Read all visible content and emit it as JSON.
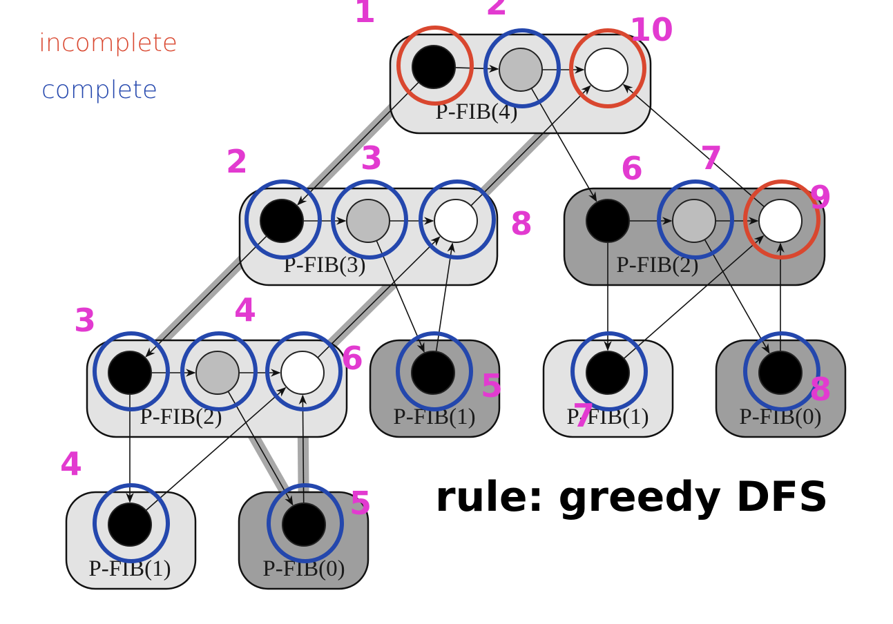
{
  "legend": {
    "incomplete": {
      "label": "incomplete",
      "color": "#d9472f"
    },
    "complete": {
      "label": "complete",
      "color": "#2447ad"
    }
  },
  "annotation_color": "#e23ad0",
  "rule_text": "rule: greedy DFS",
  "colors": {
    "box_light": "#e3e3e3",
    "box_dark": "#9e9e9e",
    "node_black": "#000000",
    "node_gray": "#bdbdbd",
    "node_white": "#ffffff",
    "critical_path": "#a8a8a8",
    "edge": "#111111"
  },
  "procedures": [
    {
      "id": "f4",
      "label": "P-FIB(4)",
      "shade": "light",
      "nodes": [
        "black",
        "gray",
        "white"
      ]
    },
    {
      "id": "f3",
      "label": "P-FIB(3)",
      "shade": "light",
      "nodes": [
        "black",
        "gray",
        "white"
      ]
    },
    {
      "id": "f2r",
      "label": "P-FIB(2)",
      "shade": "dark",
      "nodes": [
        "black",
        "gray",
        "white"
      ]
    },
    {
      "id": "f2l",
      "label": "P-FIB(2)",
      "shade": "light",
      "nodes": [
        "black",
        "gray",
        "white"
      ]
    },
    {
      "id": "f1m",
      "label": "P-FIB(1)",
      "shade": "dark",
      "nodes": [
        "black"
      ]
    },
    {
      "id": "f1r",
      "label": "P-FIB(1)",
      "shade": "light",
      "nodes": [
        "black"
      ]
    },
    {
      "id": "f0r",
      "label": "P-FIB(0)",
      "shade": "dark",
      "nodes": [
        "black"
      ]
    },
    {
      "id": "f1l",
      "label": "P-FIB(1)",
      "shade": "light",
      "nodes": [
        "black"
      ]
    },
    {
      "id": "f0l",
      "label": "P-FIB(0)",
      "shade": "dark",
      "nodes": [
        "black"
      ]
    }
  ],
  "annotations": [
    {
      "proc": "f4",
      "node": 0,
      "status": "incomplete",
      "step": "1"
    },
    {
      "proc": "f4",
      "node": 1,
      "status": "complete",
      "step": "2"
    },
    {
      "proc": "f4",
      "node": 2,
      "status": "incomplete",
      "step": "10"
    },
    {
      "proc": "f3",
      "node": 0,
      "status": "complete",
      "step": "2"
    },
    {
      "proc": "f3",
      "node": 1,
      "status": "complete",
      "step": "3"
    },
    {
      "proc": "f3",
      "node": 2,
      "status": "complete",
      "step": "8"
    },
    {
      "proc": "f2r",
      "node": 0,
      "status": "none",
      "step": "6"
    },
    {
      "proc": "f2r",
      "node": 1,
      "status": "complete",
      "step": "7"
    },
    {
      "proc": "f2r",
      "node": 2,
      "status": "incomplete",
      "step": "9"
    },
    {
      "proc": "f2l",
      "node": 0,
      "status": "complete",
      "step": "3"
    },
    {
      "proc": "f2l",
      "node": 1,
      "status": "complete",
      "step": "4"
    },
    {
      "proc": "f2l",
      "node": 2,
      "status": "complete",
      "step": "6"
    },
    {
      "proc": "f1m",
      "node": 0,
      "status": "complete",
      "step": "5"
    },
    {
      "proc": "f1r",
      "node": 0,
      "status": "complete",
      "step": "7"
    },
    {
      "proc": "f0r",
      "node": 0,
      "status": "complete",
      "step": "8"
    },
    {
      "proc": "f1l",
      "node": 0,
      "status": "complete",
      "step": "4"
    },
    {
      "proc": "f0l",
      "node": 0,
      "status": "complete",
      "step": "5"
    }
  ],
  "edges": [
    {
      "from": "f4.0",
      "to": "f4.1",
      "kind": "continue"
    },
    {
      "from": "f4.1",
      "to": "f4.2",
      "kind": "continue"
    },
    {
      "from": "f4.0",
      "to": "f3.0",
      "kind": "spawn",
      "critical": true
    },
    {
      "from": "f3.2",
      "to": "f4.2",
      "kind": "return",
      "critical": true
    },
    {
      "from": "f4.1",
      "to": "f2r.0",
      "kind": "call"
    },
    {
      "from": "f2r.2",
      "to": "f4.2",
      "kind": "return"
    },
    {
      "from": "f3.0",
      "to": "f3.1",
      "kind": "continue"
    },
    {
      "from": "f3.1",
      "to": "f3.2",
      "kind": "continue"
    },
    {
      "from": "f3.0",
      "to": "f2l.0",
      "kind": "spawn",
      "critical": true
    },
    {
      "from": "f2l.2",
      "to": "f3.2",
      "kind": "return",
      "critical": true
    },
    {
      "from": "f3.1",
      "to": "f1m.0",
      "kind": "call"
    },
    {
      "from": "f1m.0",
      "to": "f3.2",
      "kind": "return"
    },
    {
      "from": "f2r.0",
      "to": "f2r.1",
      "kind": "continue"
    },
    {
      "from": "f2r.1",
      "to": "f2r.2",
      "kind": "continue"
    },
    {
      "from": "f2r.0",
      "to": "f1r.0",
      "kind": "spawn"
    },
    {
      "from": "f1r.0",
      "to": "f2r.2",
      "kind": "return"
    },
    {
      "from": "f2r.1",
      "to": "f0r.0",
      "kind": "call"
    },
    {
      "from": "f0r.0",
      "to": "f2r.2",
      "kind": "return"
    },
    {
      "from": "f2l.0",
      "to": "f2l.1",
      "kind": "continue",
      "critical": true
    },
    {
      "from": "f2l.1",
      "to": "f2l.2",
      "kind": "continue"
    },
    {
      "from": "f2l.0",
      "to": "f1l.0",
      "kind": "spawn"
    },
    {
      "from": "f1l.0",
      "to": "f2l.2",
      "kind": "return"
    },
    {
      "from": "f2l.1",
      "to": "f0l.0",
      "kind": "call",
      "critical": true
    },
    {
      "from": "f0l.0",
      "to": "f2l.2",
      "kind": "return",
      "critical": true
    }
  ]
}
